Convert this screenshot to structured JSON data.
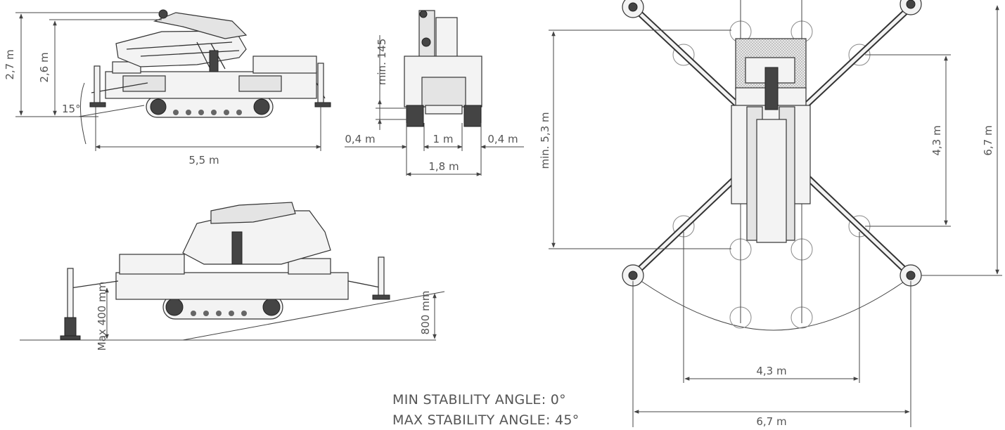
{
  "side_view": {
    "height_total": "2,7 m",
    "height_body": "2,6 m",
    "angle": "15°",
    "length": "5,5 m"
  },
  "front_view": {
    "clearance": "min. 145",
    "offset_left": "0,4 m",
    "track_width": "1 m",
    "offset_right": "0,4 m",
    "overall_width": "1,8 m"
  },
  "slope_view": {
    "max_leg": "Max 400 mm",
    "slope_height": "800 mm"
  },
  "top_view": {
    "min_length": "min. 5,3 m",
    "inner_height": "4,3 m",
    "outer_height": "6,7 m",
    "inner_width": "4,3 m",
    "outer_width": "6,7 m"
  },
  "notes": {
    "min_angle": "MIN STABILITY ANGLE: 0°",
    "max_angle": "MAX STABILITY ANGLE: 45°"
  }
}
